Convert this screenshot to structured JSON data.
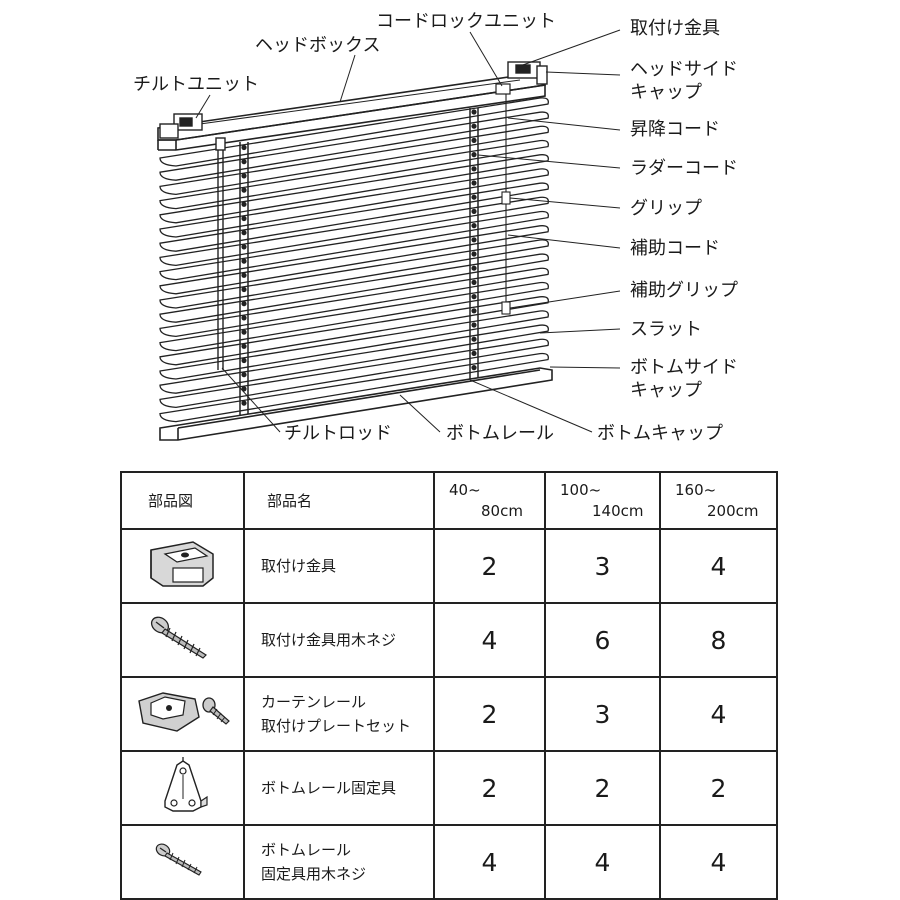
{
  "diagram": {
    "labels": {
      "head_box": "ヘッドボックス",
      "cord_lock_unit": "コードロックユニット",
      "tilt_unit": "チルトユニット",
      "mounting_bracket": "取付け金具",
      "head_side_cap_1": "ヘッドサイド",
      "head_side_cap_2": "キャップ",
      "lift_cord": "昇降コード",
      "ladder_cord": "ラダーコード",
      "grip": "グリップ",
      "aux_cord": "補助コード",
      "aux_grip": "補助グリップ",
      "slat": "スラット",
      "bottom_side_cap_1": "ボトムサイド",
      "bottom_side_cap_2": "キャップ",
      "tilt_rod": "チルトロッド",
      "bottom_rail": "ボトムレール",
      "bottom_cap": "ボトムキャップ"
    }
  },
  "table": {
    "headers": {
      "diagram": "部品図",
      "name": "部品名",
      "size1_a": "40~",
      "size1_b": "80cm",
      "size2_a": "100~",
      "size2_b": "140cm",
      "size3_a": "160~",
      "size3_b": "200cm"
    },
    "rows": [
      {
        "icon": "mounting-bracket-icon",
        "name_1": "取付け金具",
        "name_2": "",
        "q1": "2",
        "q2": "3",
        "q3": "4"
      },
      {
        "icon": "wood-screw-icon",
        "name_1": "取付け金具用木ネジ",
        "name_2": "",
        "q1": "4",
        "q2": "6",
        "q3": "8"
      },
      {
        "icon": "curtain-rail-plate-icon",
        "name_1": "カーテンレール",
        "name_2": "取付けプレートセット",
        "q1": "2",
        "q2": "3",
        "q3": "4"
      },
      {
        "icon": "bottom-rail-fixture-icon",
        "name_1": "ボトムレール固定具",
        "name_2": "",
        "q1": "2",
        "q2": "2",
        "q3": "2"
      },
      {
        "icon": "small-wood-screw-icon",
        "name_1": "ボトムレール",
        "name_2": "固定具用木ネジ",
        "q1": "4",
        "q2": "4",
        "q3": "4"
      }
    ]
  }
}
